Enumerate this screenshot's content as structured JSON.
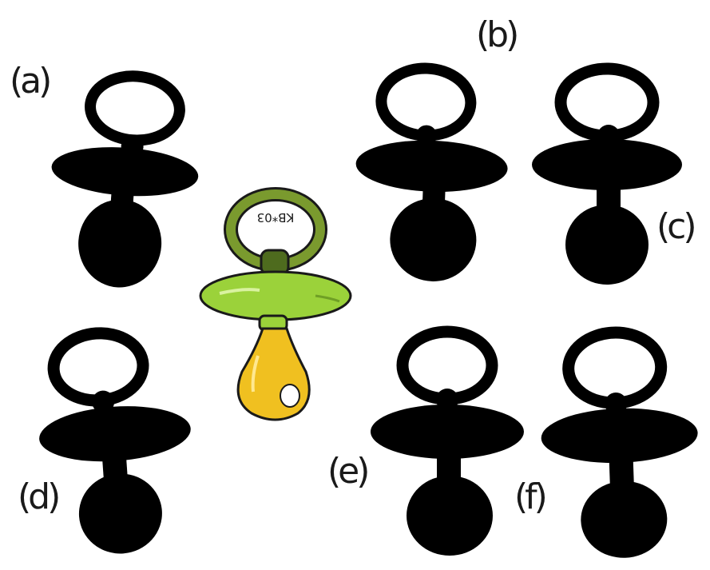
{
  "puzzle": {
    "reference_stamp": "KB*03",
    "fill_colors": {
      "silhouette": "#000000",
      "ring": "#7a9a2e",
      "shield": "#9bd23a",
      "knob": "#4e6b1e",
      "bulb": "#f0c020",
      "outline": "#1a1a1a"
    },
    "options": [
      {
        "id": "a",
        "label": "(a)"
      },
      {
        "id": "b",
        "label": "(b)"
      },
      {
        "id": "c",
        "label": "(c)"
      },
      {
        "id": "d",
        "label": "(d)"
      },
      {
        "id": "e",
        "label": "(e)"
      },
      {
        "id": "f",
        "label": "(f)"
      }
    ]
  }
}
